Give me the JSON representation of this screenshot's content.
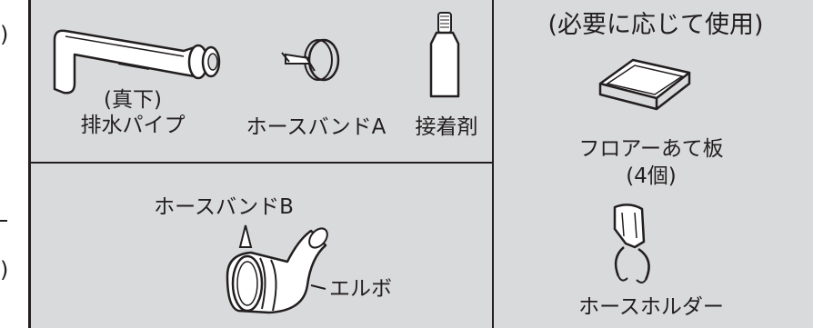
{
  "left_edge": {
    "top_mark": ")",
    "bottom_mark": ")"
  },
  "parts": {
    "drain_pipe": {
      "line1": "(真下)",
      "line2": "排水パイプ"
    },
    "hose_band_a": {
      "label": "ホースバンドA"
    },
    "adhesive": {
      "label": "接着剤"
    },
    "hose_band_b": {
      "label": "ホースバンドB"
    },
    "elbow": {
      "label": "エルボ"
    }
  },
  "optional": {
    "title": "(必要に応じて使用)",
    "floor_pad": {
      "line1": "フロアーあて板",
      "line2": "(4個)"
    },
    "hose_holder": {
      "label": "ホースホルダー"
    }
  },
  "colors": {
    "panel_fill": "#d9dadb",
    "line": "#231f20",
    "part_fill": "#ffffff"
  }
}
